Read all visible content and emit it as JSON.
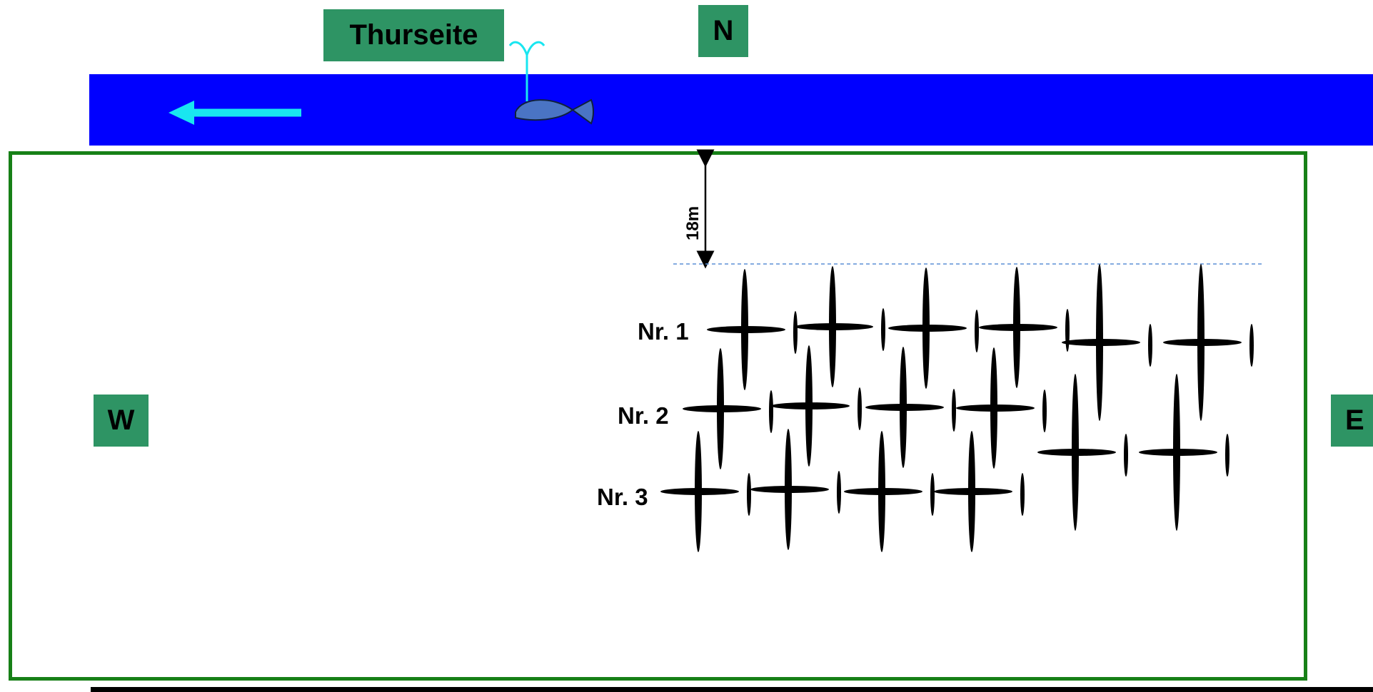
{
  "labels": {
    "river_side": "Thurseite",
    "north": "N",
    "west": "W",
    "east": "E"
  },
  "distance_label": "18m",
  "rows": [
    {
      "label": "Nr. 1",
      "crosses": 6
    },
    {
      "label": "Nr. 2",
      "crosses": 6
    },
    {
      "label": "Nr. 3",
      "crosses": 4
    }
  ],
  "icons": {
    "flow_arrow": "arrow-left-icon",
    "fish": "whale-icon"
  },
  "colors": {
    "river": "#0000ff",
    "field_border": "#178017",
    "label_box": "#2e9464",
    "flow_arrow": "#19e6f0",
    "fish": "#4a74c4",
    "guide_line": "#5b8fd6"
  }
}
